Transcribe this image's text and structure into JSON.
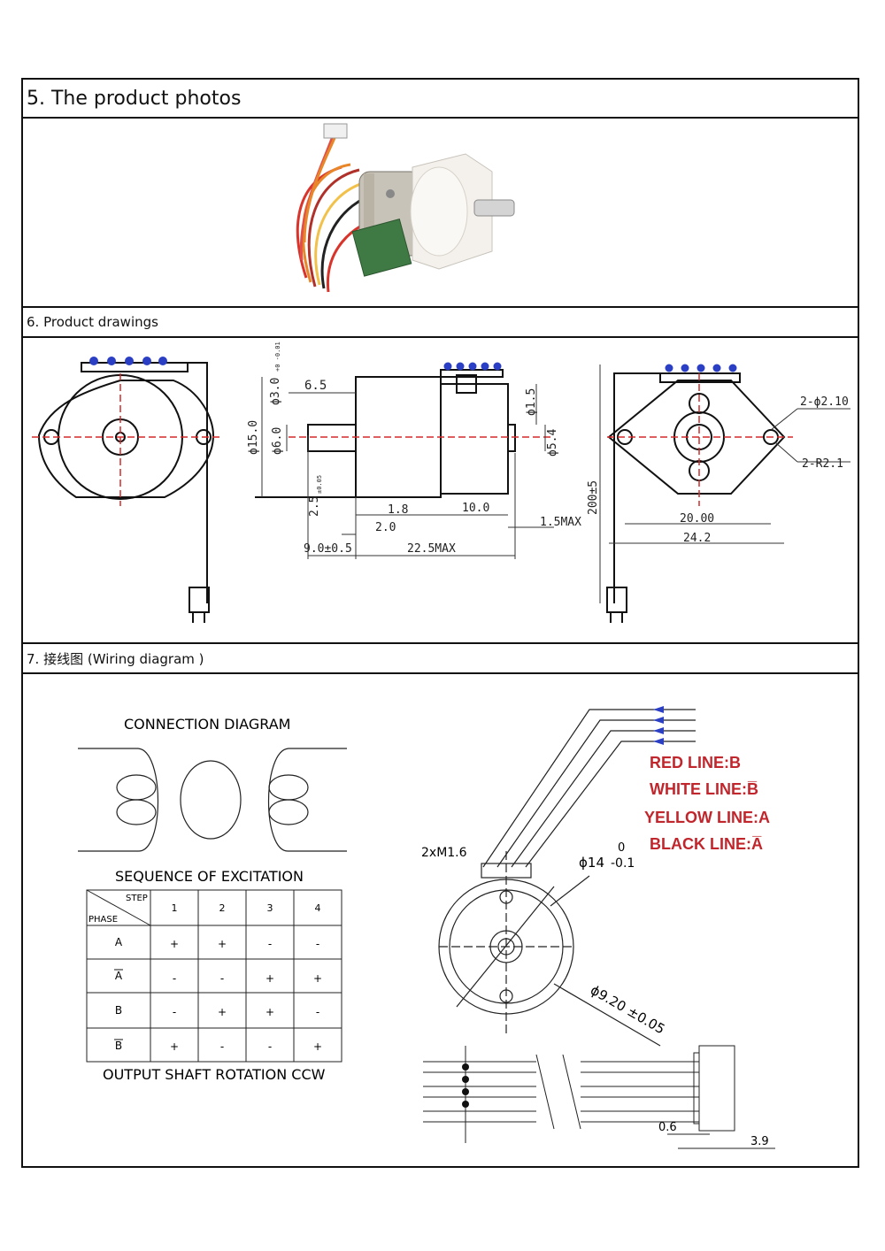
{
  "sections": {
    "photos": {
      "title": "5. The product photos"
    },
    "drawings": {
      "title": "6. Product drawings"
    },
    "wiring": {
      "title": "7. 接线图 (Wiring diagram )"
    }
  },
  "drawing_dims": {
    "d_shaft": "ϕ3.0",
    "d_shaft_tol": "+0 -0.01",
    "len_6_5": "6.5",
    "d15": "ϕ15.0",
    "d6": "ϕ6.0",
    "d1_5": "ϕ1.5",
    "d5_4": "ϕ5.4",
    "h2_5": "2.5",
    "h2_5_tol": "±0.05",
    "len_1_8": "1.8",
    "len_10": "10.0",
    "len_1_5max": "1.5MAX",
    "len_2_0": "2.0",
    "len_9": "9.0±0.5",
    "len_22_5": "22.5MAX",
    "wire_200": "200±5",
    "hole": "2-ϕ2.10",
    "radius": "2-R2.1",
    "span_20": "20.00",
    "span_24": "24.2"
  },
  "connection": {
    "title": "CONNECTION DIAGRAM",
    "sequence_title": "SEQUENCE OF EXCITATION",
    "table_step": "STEP",
    "table_phase": "PHASE",
    "steps": [
      "1",
      "2",
      "3",
      "4"
    ],
    "rows": [
      {
        "phase": "A",
        "overline": false,
        "vals": [
          "+",
          "+",
          "-",
          "-"
        ]
      },
      {
        "phase": "A",
        "overline": true,
        "vals": [
          "-",
          "-",
          "+",
          "+"
        ]
      },
      {
        "phase": "B",
        "overline": false,
        "vals": [
          "-",
          "+",
          "+",
          "-"
        ]
      },
      {
        "phase": "B",
        "overline": true,
        "vals": [
          "+",
          "-",
          "-",
          "+"
        ]
      }
    ],
    "footer": "OUTPUT SHAFT ROTATION CCW"
  },
  "wires": {
    "red": "RED LINE:B",
    "white": "WHITE LINE:B̅",
    "yellow": "YELLOW LINE:A",
    "black": "BLACK LINE:A̅",
    "label_color": "#c0262c"
  },
  "motor_dims": {
    "screw": "2xM1.6",
    "d14": "ϕ14",
    "d14_tol_top": "0",
    "d14_tol_bot": "-0.1",
    "d9_20": "ϕ9.20 ±0.05",
    "d0_6": "0.6",
    "d3_9": "3.9"
  }
}
